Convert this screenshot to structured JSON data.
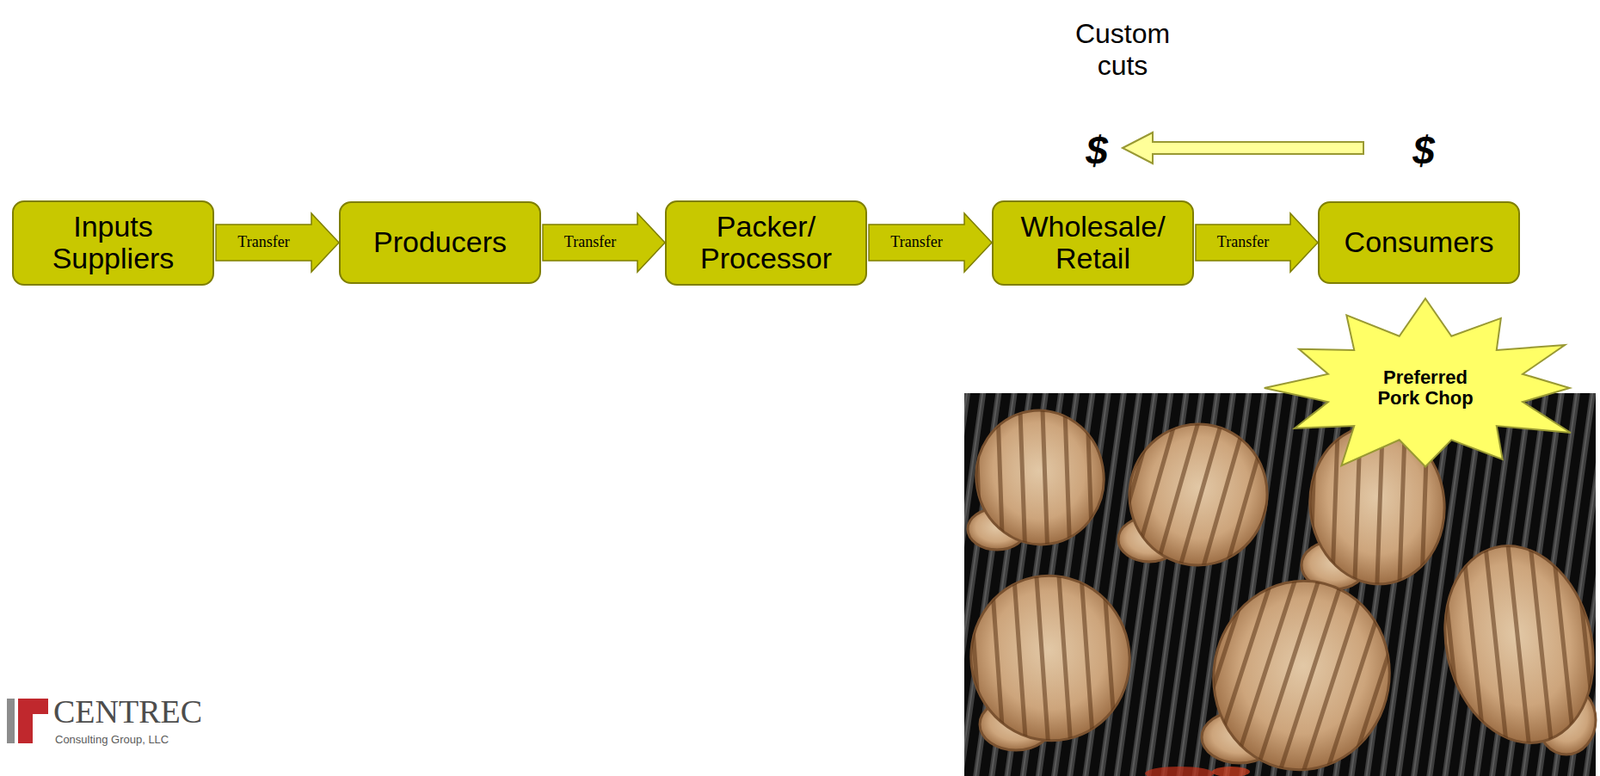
{
  "diagram": {
    "nodes": [
      {
        "text": [
          "Inputs Suppliers"
        ]
      },
      {
        "text": [
          "Producers"
        ]
      },
      {
        "text": [
          "Packer/ Processor"
        ]
      },
      {
        "text": [
          "Wholesale/ Retail"
        ]
      },
      {
        "text": [
          "Consumers"
        ]
      },
      {
        "text": [
          "Preferred Pork Chop"
        ]
      }
    ],
    "edges": [
      {
        "from": 0,
        "to": 1,
        "label": "Transfer",
        "arrow": "to"
      },
      {
        "from": 1,
        "to": 2,
        "label": "Transfer",
        "arrow": "to"
      },
      {
        "from": 2,
        "to": 3,
        "label": "Transfer",
        "arrow": "to"
      },
      {
        "from": 3,
        "to": 4,
        "label": "Transfer",
        "arrow": "to"
      }
    ],
    "labels": [
      "Custom cuts",
      "$",
      "$",
      "CENTREC",
      "Consulting Group, LLC"
    ]
  }
}
